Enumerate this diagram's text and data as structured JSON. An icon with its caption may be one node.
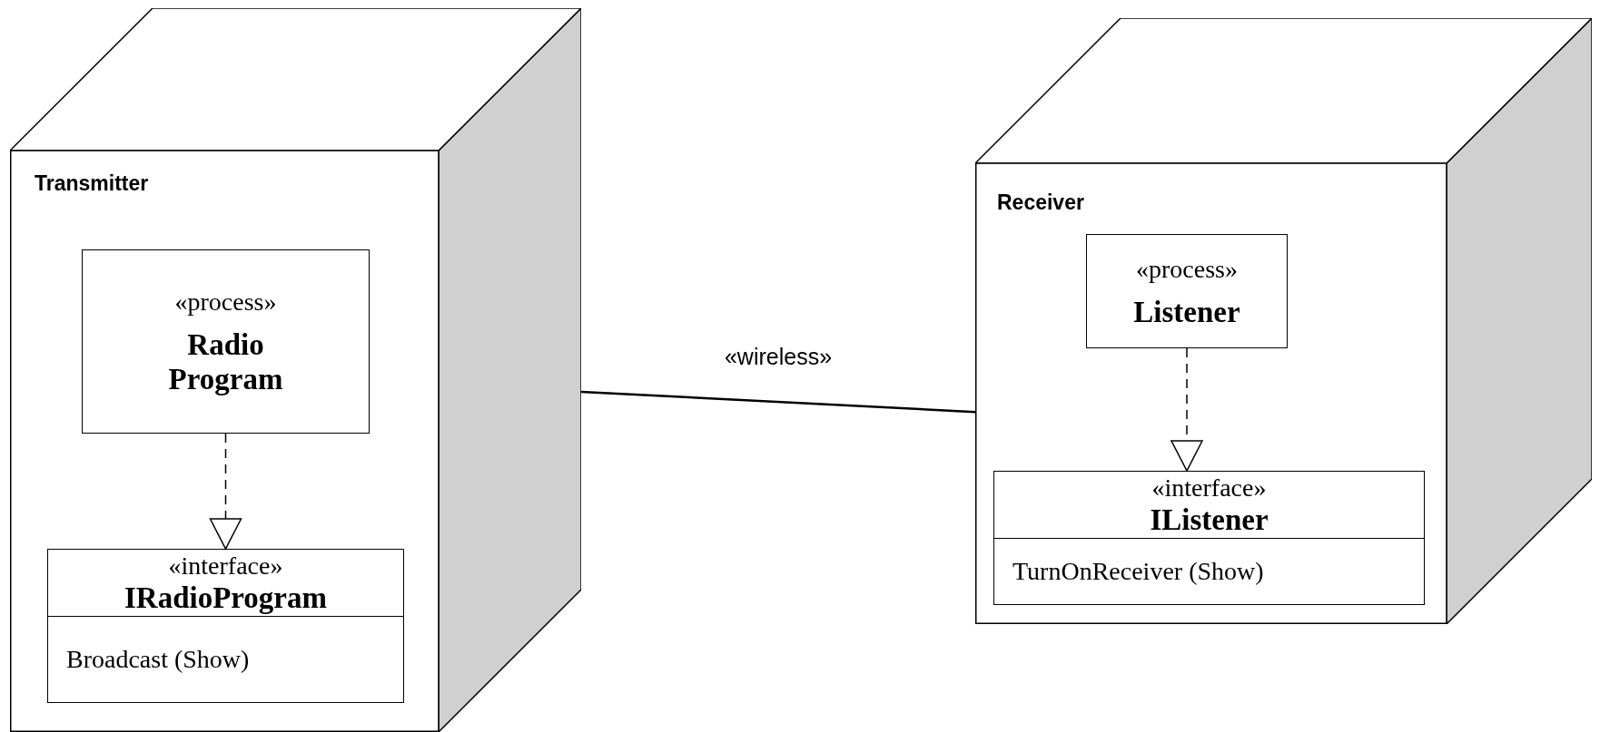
{
  "diagram": {
    "nodes": [
      {
        "text": [
          "Transmitter"
        ]
      },
      {
        "text": [
          "«process»",
          "Radio Program"
        ],
        "in": 0
      },
      {
        "text": [
          "«interface»",
          "IRadioProgram",
          "Broadcast (Show)"
        ],
        "in": 0
      },
      {
        "text": [
          "Receiver"
        ]
      },
      {
        "text": [
          "«process»",
          "Listener"
        ],
        "in": 3
      },
      {
        "text": [
          "«interface»",
          "IListener",
          "TurnOnReceiver (Show)"
        ],
        "in": 3
      }
    ],
    "edges": [
      {
        "from": 1,
        "to": 2,
        "arrow": "to",
        "style": "dashed"
      },
      {
        "from": 0,
        "to": 3,
        "arrow": "none",
        "label": "«wireless»"
      },
      {
        "from": 4,
        "to": 5,
        "arrow": "to",
        "style": "dashed"
      }
    ]
  }
}
